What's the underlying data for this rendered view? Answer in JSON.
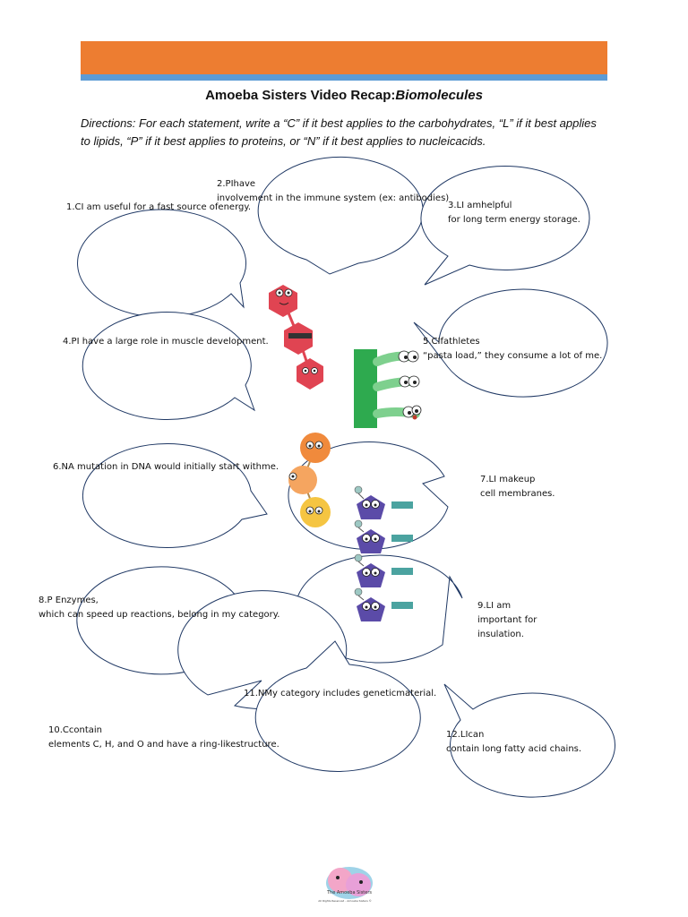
{
  "header": {
    "title_plain": "Amoeba Sisters Video Recap:",
    "title_italic": "Biomolecules"
  },
  "directions": "Directions: For each statement, write a “C” if it best applies to the carbohydrates, “L” if it best applies to lipids, “P” if it best applies to proteins, or “N” if it best applies to nucleicacids.",
  "statements": [
    {
      "text": "1.CI am useful for a fast source ofenergy."
    },
    {
      "text": "2.PIhave\ninvolvement in the immune system (ex: antibodies)"
    },
    {
      "text": "3.LI amhelpful\nfor long term energy storage."
    },
    {
      "text": "4.PI have a large role in muscle development."
    },
    {
      "text": "5.CIfathletes\n“pasta load,” they consume a lot of me."
    },
    {
      "text": "6.NA mutation in DNA would initially start withme."
    },
    {
      "text": "7.LI makeup\ncell membranes."
    },
    {
      "text": "8.P    Enzymes,\nwhich can speed up reactions, belong in my category."
    },
    {
      "text": "9.LI am\nimportant for\ninsulation."
    },
    {
      "text": "10.Ccontain\nelements C, H, and O and have a ring-likestructure."
    },
    {
      "text": "11.NMy category includes geneticmaterial."
    },
    {
      "text": "12.LIcan\ncontain long fatty acid chains."
    }
  ],
  "colors": {
    "band_orange": "#ED7D31",
    "band_blue": "#5B9BD5",
    "bubble_stroke": "#1F3864",
    "protein_red": "#E04452",
    "carb_green": "#2EAA4F",
    "nucleic_orange": "#F08A3C",
    "nucleic_yellow": "#F5C542",
    "lipid_purple": "#5B4BA8",
    "lipid_teal": "#4BA3A0"
  },
  "icons": [
    "protein-chain-illustration",
    "carbohydrate-illustration",
    "nucleotide-chain-illustration",
    "lipid-chain-illustration",
    "amoeba-sisters-logo"
  ],
  "footer": {
    "logo_text": "The Amoeba Sisters",
    "credit": "All Rights Reserved - Amoeba Sisters ©"
  }
}
